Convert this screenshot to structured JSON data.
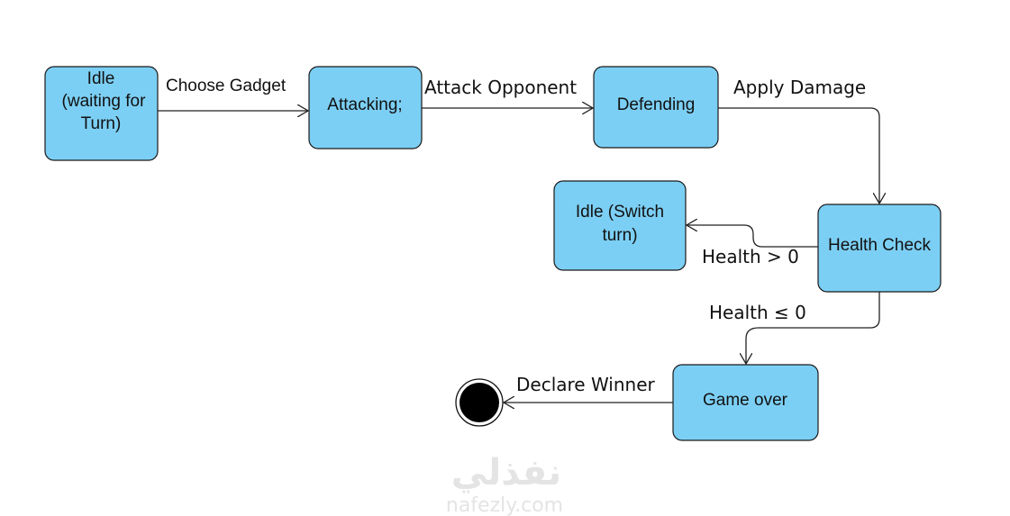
{
  "states": {
    "idle": [
      "Idle",
      "(waiting for",
      "Turn)"
    ],
    "attacking": "Attacking;",
    "defending": "Defending",
    "idle_switch": [
      "Idle (Switch",
      "turn)"
    ],
    "health_check": "Health Check",
    "game_over": "Game over"
  },
  "transitions": {
    "choose_gadget": "Choose Gadget",
    "attack_opponent": "Attack Opponent",
    "apply_damage": "Apply Damage",
    "health_gt_0": "Health > 0",
    "health_le_0": "Health ≤ 0",
    "declare_winner": "Declare Winner"
  },
  "watermark": {
    "arabic": "نفذلي",
    "latin": "nafezly.com"
  },
  "colors": {
    "state_fill": "#7ccff4"
  }
}
